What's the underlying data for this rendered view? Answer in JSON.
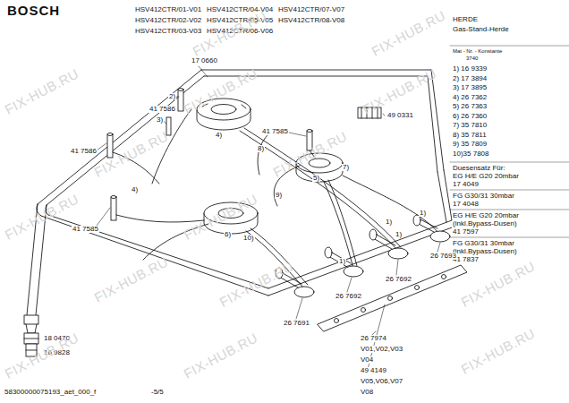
{
  "diagram": {
    "labels": [
      "BOSCH",
      "HSV412CTR/01-V01",
      "HSV412CTR/04-V04",
      "HSV412CTR/07-V07",
      "HSV412CTR/02-V02",
      "HSV412CTR/05-V05",
      "HSV412CTR/08-V08",
      "HSV412CTR/03-V03",
      "HSV412CTR/06-V06",
      "HERDE",
      "Gas-Stand-Herde",
      "Mat - Nr. - Konstante",
      "3740",
      "1) 16 9339",
      "2) 17 3894",
      "3) 17 3895",
      "4) 26 7362",
      "5) 26 7363",
      "6) 26 7360",
      "7) 35 7810",
      "8) 35 7811",
      "9) 35 7809",
      "10)35 7808",
      "Duesensatz Für:",
      "EG H/E G20 20mbar",
      "17 4049",
      "FG G30/31 30mbar",
      "17 4048",
      "EG H/E G20 20mbar",
      "(inkl.Bypass-Dusen)",
      "41 7597",
      "FG G30/31 30mbar",
      "(inkl.Bypass-Dusen)",
      "41 7837",
      "17 0660",
      "2)",
      "41 7586",
      "3)",
      "41 7586",
      "4)",
      "8)",
      "41 7585",
      "49 0331",
      "7)",
      "5)",
      "4)",
      "41 7585",
      "9)",
      "6)",
      "10)",
      "1)",
      "1)",
      "1)",
      "1)",
      "26 7693",
      "26 7692",
      "26 7692",
      "26 7691",
      "18 0470",
      "16 9828",
      "26 7974",
      "V01,V02,V03",
      "V04",
      "49 4149",
      "V05,V06,V07",
      "V08",
      "58300000075193_aet_000_f",
      "-5/5",
      "FIX-HUB.RU",
      "FIX-HUB.RU",
      "FIX-HUB.RU",
      "FIX-HUB.RU",
      "FIX-HUB.RU",
      "FIX-HUB.RU",
      "FIX-HUB.RU",
      "FIX-HUB.RU",
      "FIX-HUB.RU",
      "FIX-HUB.RU",
      "FIX-HUB.RU",
      "FIX-HUB.RU",
      "FIX-HUB.RU",
      "FIX-HUB.RU",
      "FIX-HUB.RU"
    ]
  }
}
